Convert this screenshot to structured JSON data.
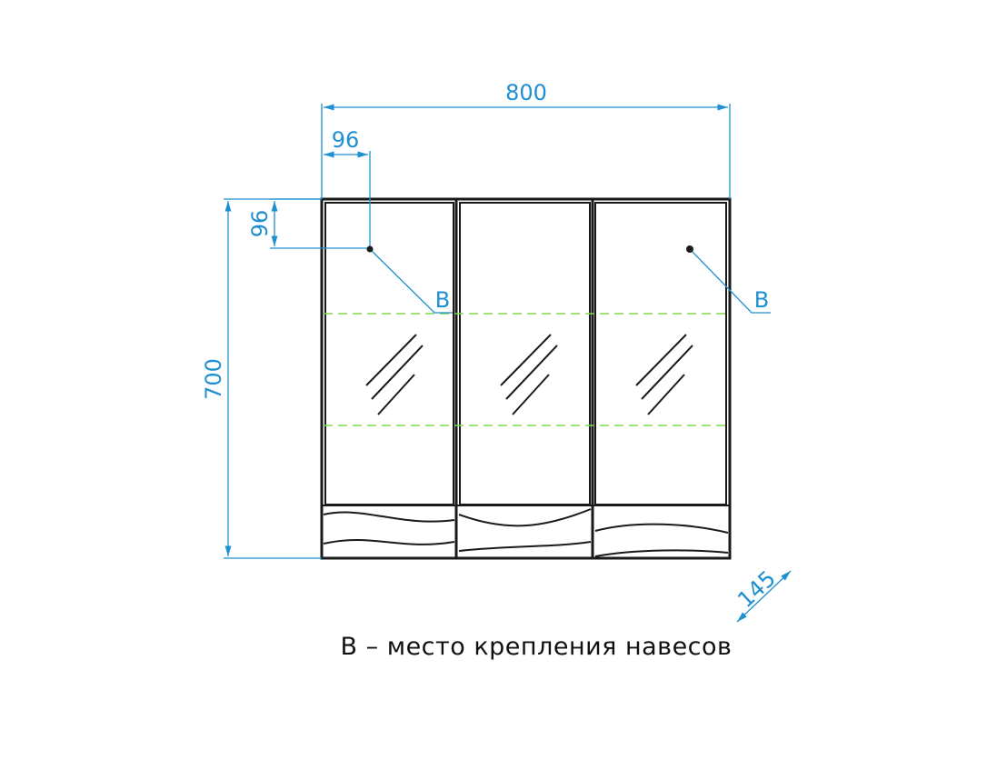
{
  "dimensions": {
    "width_total": "800",
    "offset_horizontal": "96",
    "offset_vertical": "96",
    "height_total": "700",
    "depth": "145"
  },
  "markers": {
    "left": "B",
    "right": "B"
  },
  "legend": {
    "text": "B – место крепления навесов"
  },
  "colors": {
    "dimension": "#1e8fd0",
    "outline": "#1a1a1a",
    "guide": "#7ed957"
  }
}
